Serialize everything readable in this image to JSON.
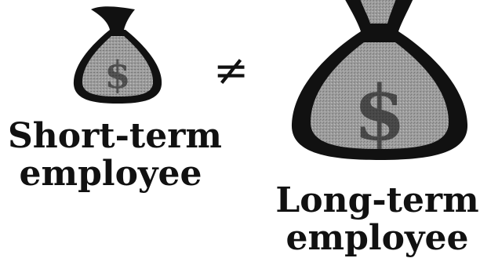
{
  "short_term": {
    "label_line1": "Short-term",
    "label_line2": "employee",
    "symbol": "$",
    "icon": "money-bag-icon"
  },
  "long_term": {
    "label_line1": "Long-term",
    "label_line2": "employee",
    "symbol": "$",
    "icon": "money-bag-icon"
  },
  "relation": {
    "symbol": "≠"
  },
  "colors": {
    "bag_outline": "#111111",
    "bag_fill": "#9a9a9a",
    "text": "#111111",
    "background": "#ffffff"
  }
}
